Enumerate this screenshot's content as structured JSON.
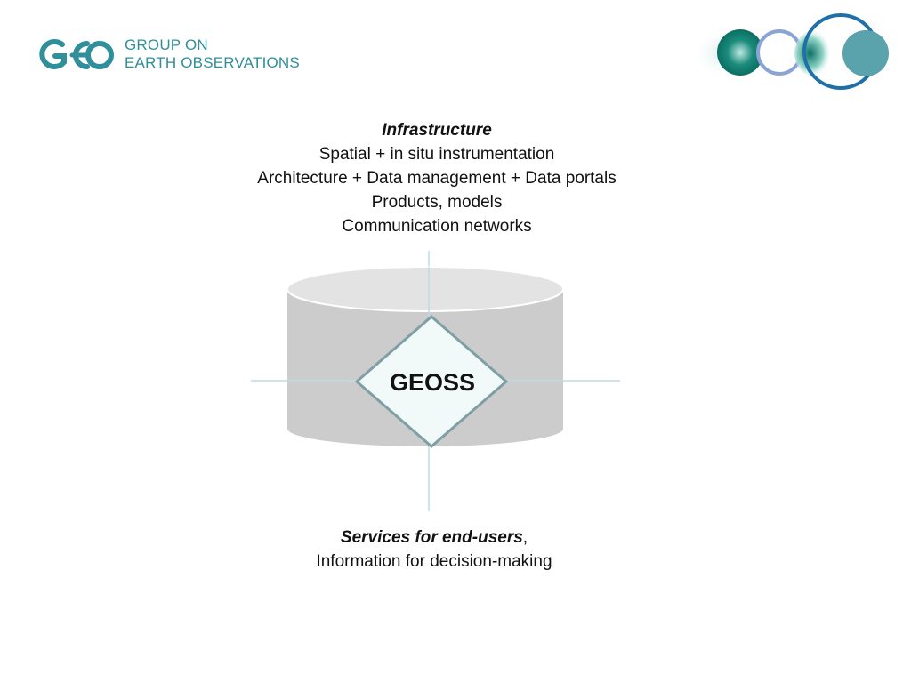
{
  "logo": {
    "mark": "GEO",
    "line1": "GROUP ON",
    "line2": "EARTH OBSERVATIONS",
    "color": "#2f8f9a"
  },
  "decoration": {
    "icon": "earth-observation-circles-icon",
    "colors": [
      "#0f7a6f",
      "#8aa4d6",
      "#1f6fa8",
      "#5aa3ad"
    ]
  },
  "diagram": {
    "top": {
      "heading": "Infrastructure",
      "lines": [
        "Spatial + in situ instrumentation",
        "Architecture + Data management + Data portals",
        "Products, models",
        "Communication networks"
      ]
    },
    "center_label": "GEOSS",
    "bottom": {
      "emphasis": "Services for end-users",
      "separator": ",",
      "line2": "Information for decision-making"
    },
    "colors": {
      "cylinder_body": "#cccccc",
      "cylinder_top": "#e3e3e3",
      "diamond_fill": "#f1faf9",
      "diamond_stroke": "#7f9fa6",
      "axis_line": "#b9dde6"
    }
  }
}
